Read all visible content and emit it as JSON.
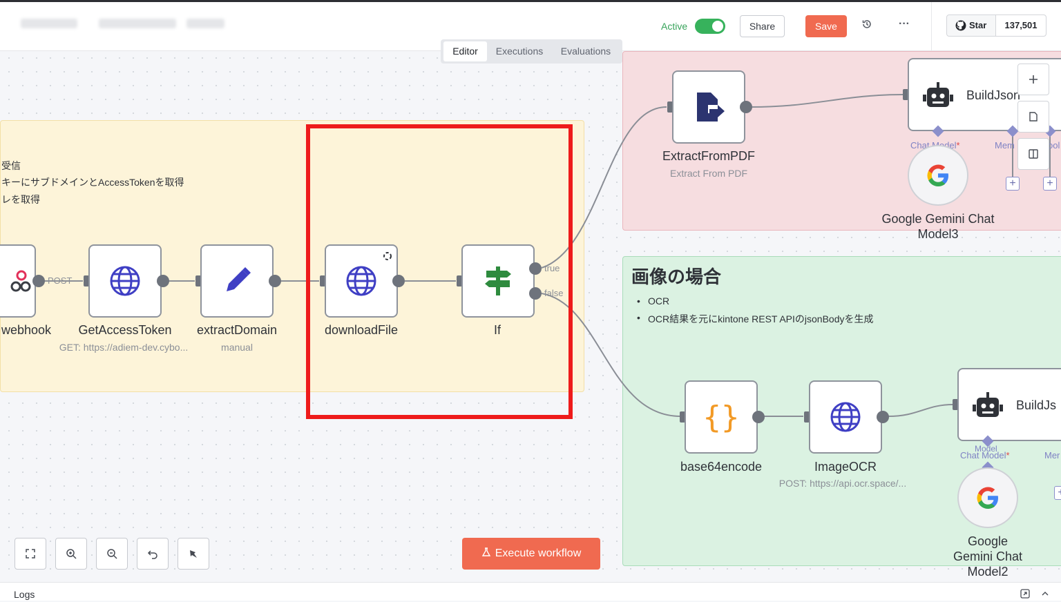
{
  "header": {
    "active_label": "Active",
    "active_on": true,
    "share_label": "Share",
    "save_label": "Save",
    "github_star_label": "Star",
    "github_star_count": "137,501"
  },
  "tabs": [
    {
      "label": "Editor",
      "selected": true
    },
    {
      "label": "Executions",
      "selected": false
    },
    {
      "label": "Evaluations",
      "selected": false
    }
  ],
  "sticky_notes": {
    "yellow_lines": [
      "受信",
      "キーにサブドメインとAccessTokenを取得",
      "レを取得"
    ],
    "green_title": "画像の場合",
    "green_bullets": [
      "OCR",
      "OCR結果を元にkintone REST APIのjsonBodyを生成"
    ]
  },
  "nodes": {
    "webhook": {
      "name": "webhook",
      "edge_label": "POST"
    },
    "get_access_token": {
      "name": "GetAccessToken",
      "subtitle": "GET: https://adiem-dev.cybo..."
    },
    "extract_domain": {
      "name": "extractDomain",
      "subtitle": "manual"
    },
    "download_file": {
      "name": "downloadFile"
    },
    "if_node": {
      "name": "If",
      "true_label": "true",
      "false_label": "false"
    },
    "extract_from_pdf": {
      "name": "ExtractFromPDF",
      "subtitle": "Extract From PDF"
    },
    "build_json_top": {
      "name": "BuildJson",
      "chat_model_label": "Chat Model",
      "memory_label": "Mem",
      "tool_label": "ool"
    },
    "gemini_3": {
      "name_line1": "Google Gemini Chat",
      "name_line2": "Model3"
    },
    "base64encode": {
      "name": "base64encode"
    },
    "image_ocr": {
      "name": "ImageOCR",
      "subtitle": "POST: https://api.ocr.space/..."
    },
    "build_json_bottom": {
      "name": "BuildJs",
      "model_label": "Model",
      "chat_model_label": "Chat Model",
      "memory_label": "Mer"
    },
    "gemini_2": {
      "name_line1": "Google Gemini Chat",
      "name_line2": "Model2"
    }
  },
  "execute_label": "Execute workflow",
  "logs_label": "Logs",
  "colors": {
    "accent": "#f06a50",
    "active_green": "#37b25c",
    "highlight_red": "#ee1b1b"
  }
}
